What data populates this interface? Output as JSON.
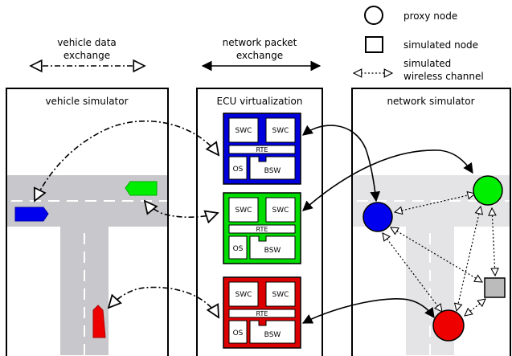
{
  "legend": {
    "proxy_node": "proxy node",
    "simulated_node": "simulated node",
    "wireless_line1": "simulated",
    "wireless_line2": "wireless channel"
  },
  "top_labels": {
    "vehicle_line1": "vehicle data",
    "vehicle_line2": "exchange",
    "network_line1": "network packet",
    "network_line2": "exchange"
  },
  "panels": {
    "vehicle": "vehicle simulator",
    "ecu": "ECU virtualization",
    "network": "network simulator"
  },
  "ecu_blocks": [
    {
      "color": "#0000dd",
      "swc1": "SWC",
      "swc2": "SWC",
      "rte": "RTE",
      "os": "OS",
      "bsw": "BSW"
    },
    {
      "color": "#00dd00",
      "swc1": "SWC",
      "swc2": "SWC",
      "rte": "RTE",
      "os": "OS",
      "bsw": "BSW"
    },
    {
      "color": "#dd0000",
      "swc1": "SWC",
      "swc2": "SWC",
      "rte": "RTE",
      "os": "OS",
      "bsw": "BSW"
    }
  ],
  "colors": {
    "road": "#c8c8cc",
    "road_light": "#e4e4e6",
    "blue": "#0000ee",
    "green": "#00ee00",
    "red": "#ee0000",
    "gray_node": "#bbbbbb"
  }
}
